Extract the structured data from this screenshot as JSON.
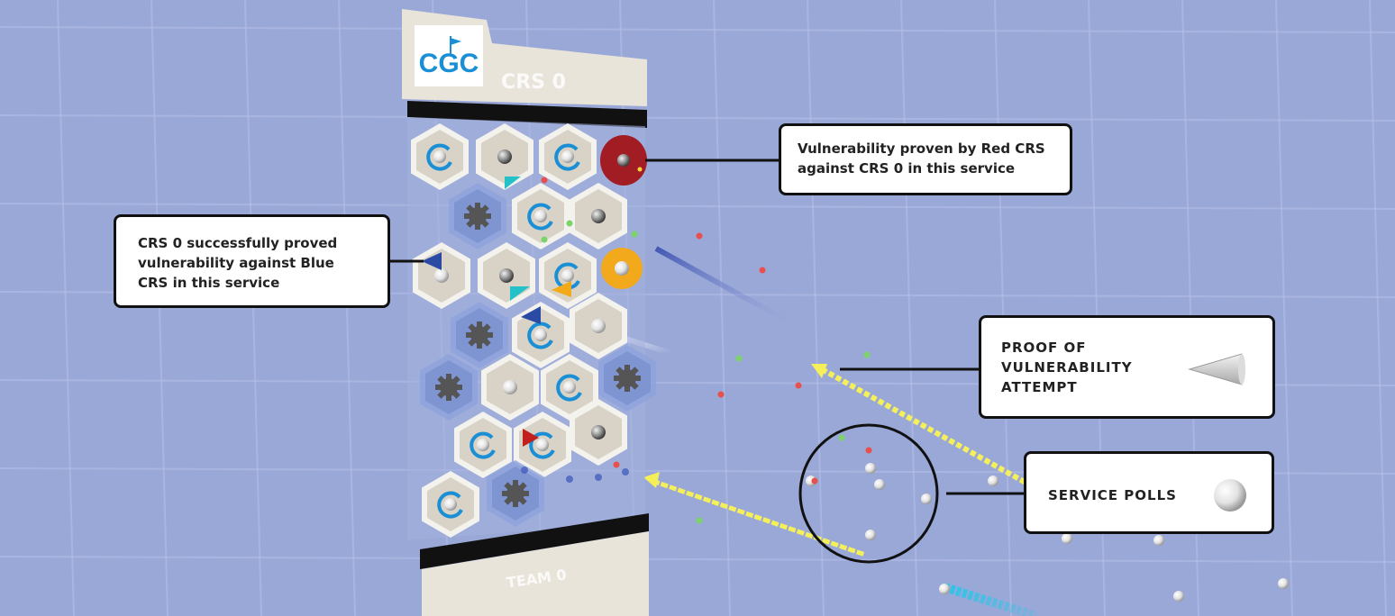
{
  "panel": {
    "logo_text": "CGC",
    "title": "CRS 0",
    "footer": "TEAM 0"
  },
  "callouts": {
    "red_proof": "Vulnerability proven by Red CRS\nagainst CRS 0 in this service",
    "blue_proof": "CRS 0 successfully proved\nvulnerability against Blue\nCRS in this service",
    "legend_proof": "PROOF OF\nVULNERABILITY\nATTEMPT",
    "legend_polls": "SERVICE  POLLS"
  },
  "colors": {
    "background": "#9aa8d8",
    "grid": "#b3bfe6",
    "panel": "#e8e4da",
    "hex_light": "#dedad0",
    "hex_blue": "#7e95d2",
    "red_marker": "#a11d23",
    "orange_marker": "#f2a91c",
    "yellow_trail": "#f5f05a",
    "cyan_flag": "#24c2c8",
    "blue_flag": "#2b4aa3",
    "red_flag": "#c21f1f",
    "logo_blue": "#1a8fd6"
  }
}
